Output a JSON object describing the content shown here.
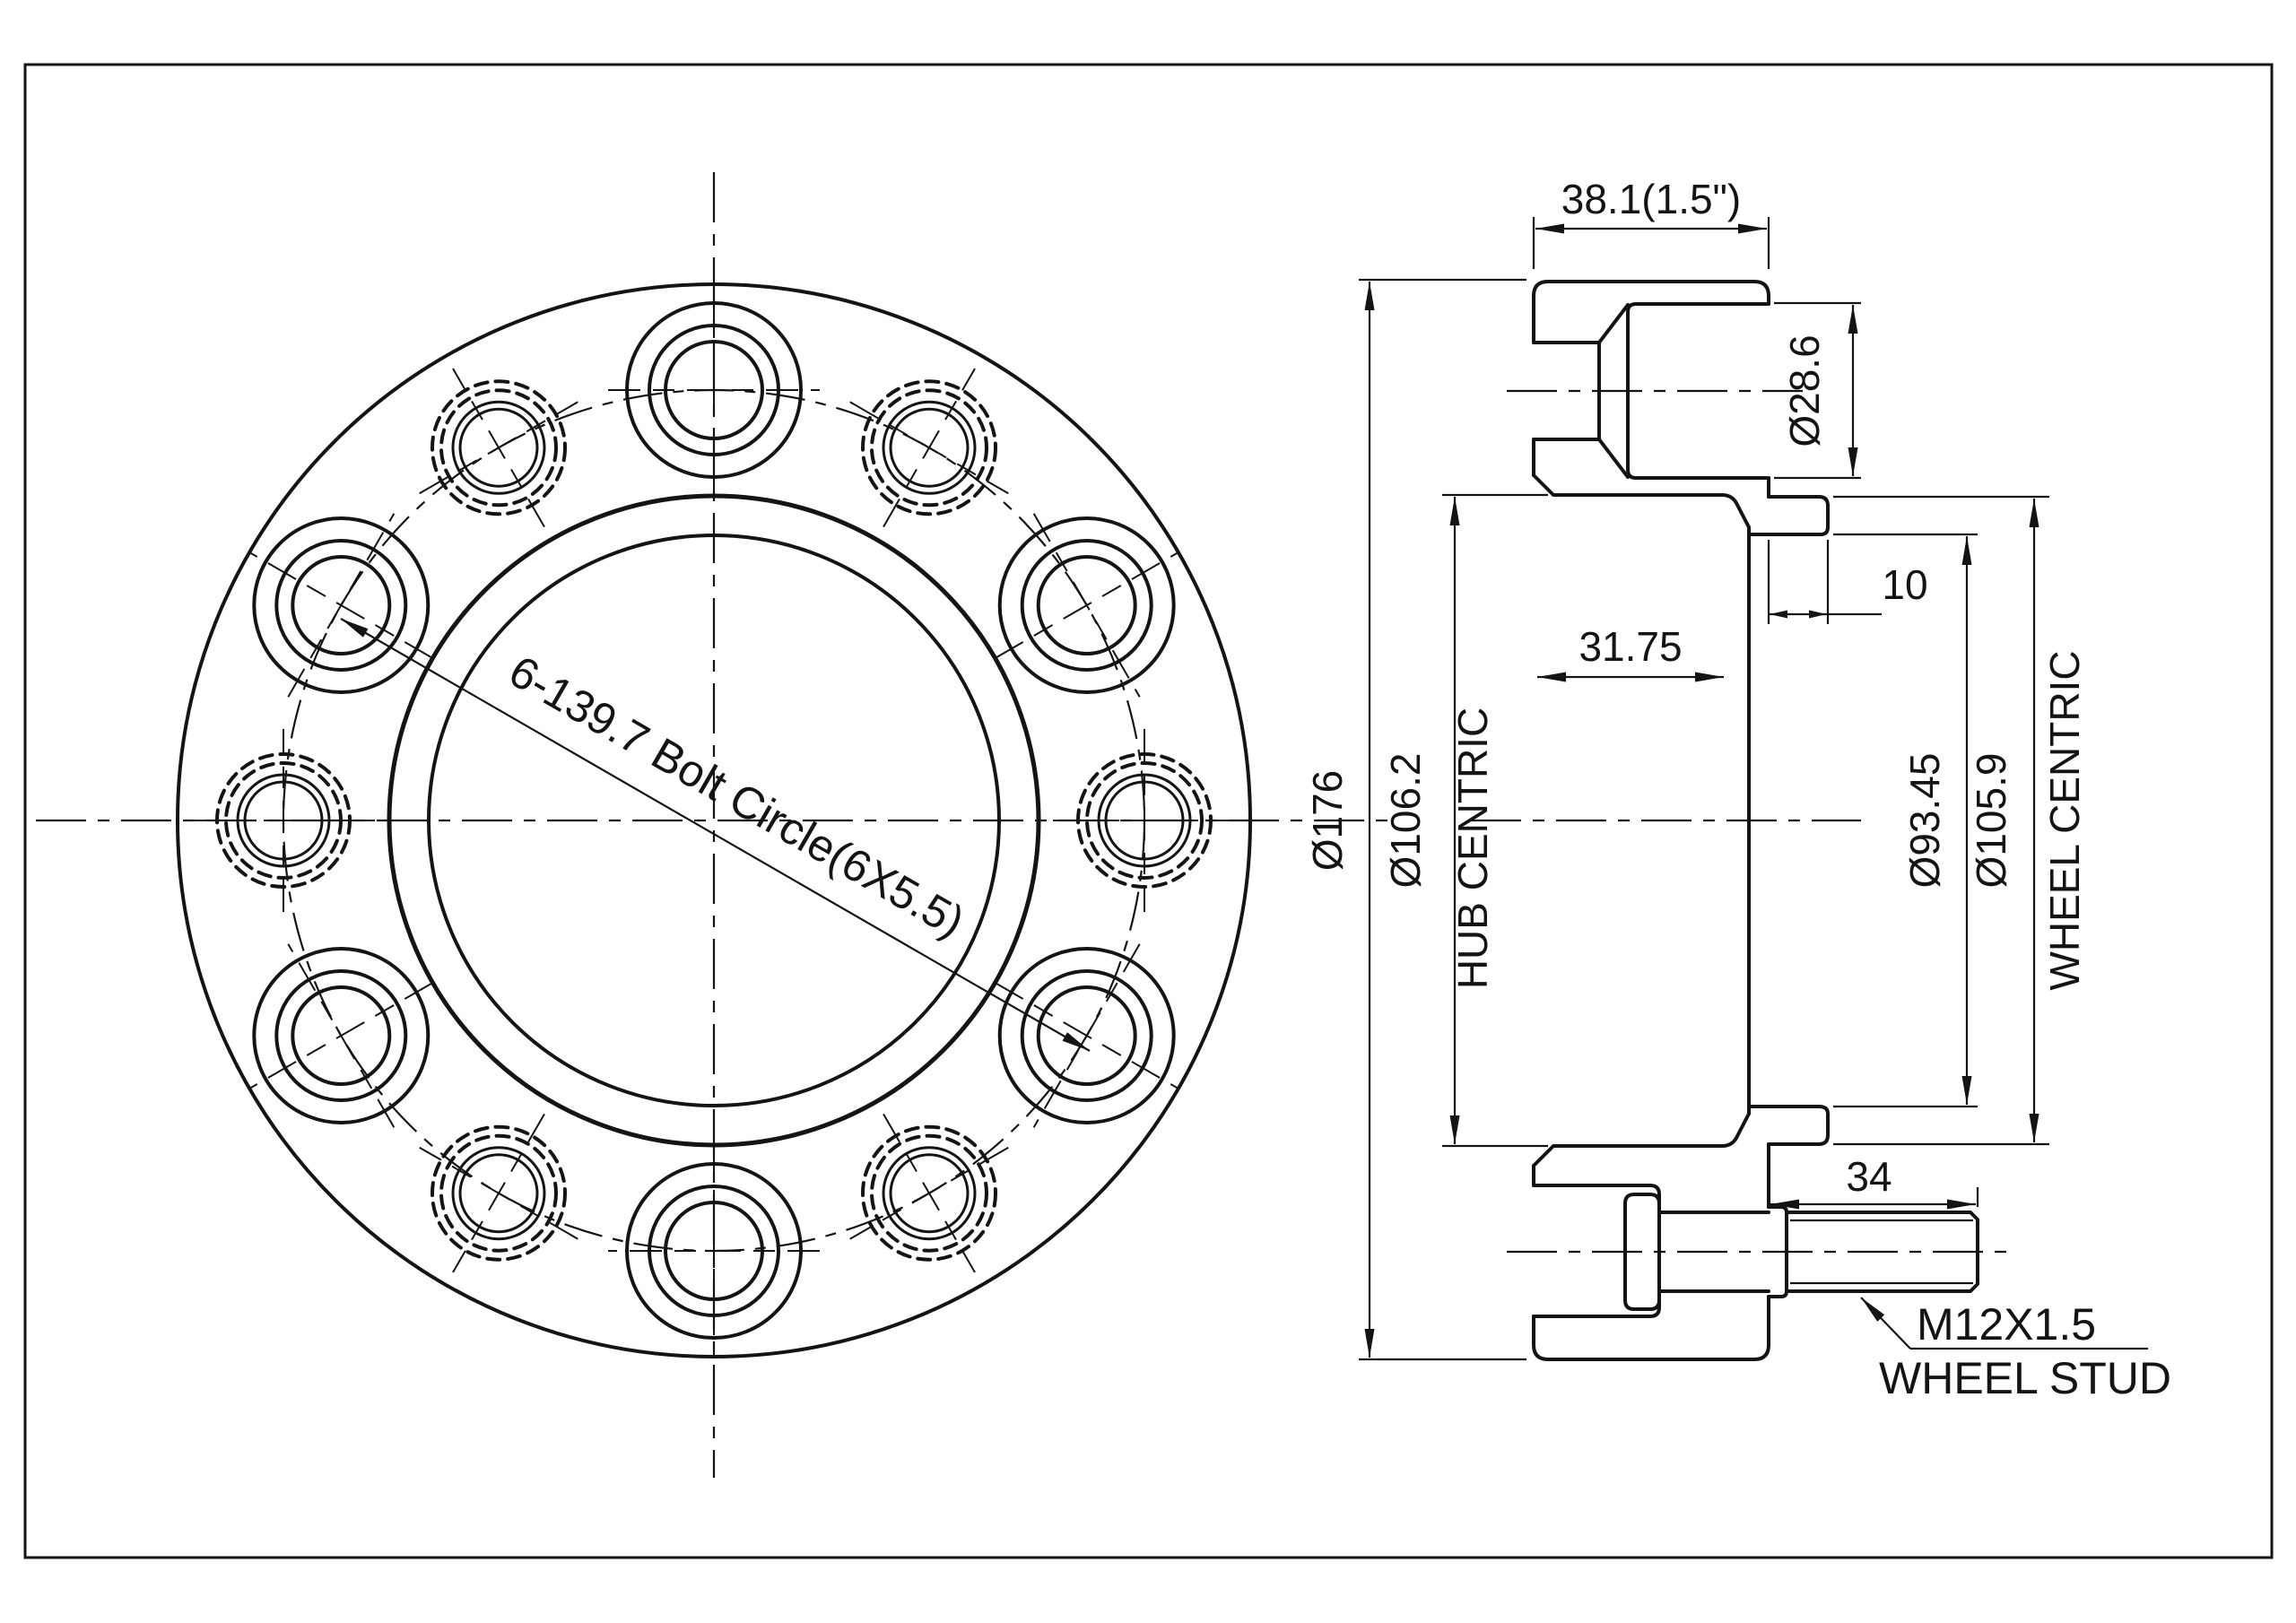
{
  "front": {
    "bolt_circle": "6-139.7 Bolt Circle(6X5.5)"
  },
  "side": {
    "dims": {
      "width": "38.1(1.5\")",
      "cbore": "Ø28.6",
      "od": "Ø176",
      "hub_bore": "Ø106.2",
      "depth": "31.75",
      "boss_len": "10",
      "pocket": "Ø93.45",
      "boss_od": "Ø105.9",
      "stud_len": "34"
    },
    "labels": {
      "hub": "HUB CENTRIC",
      "wheel": "WHEEL CENTRIC",
      "thread": "M12X1.5",
      "stud": "WHEEL STUD"
    }
  },
  "colors": {
    "line": "#141414",
    "background": "#ffffff"
  }
}
